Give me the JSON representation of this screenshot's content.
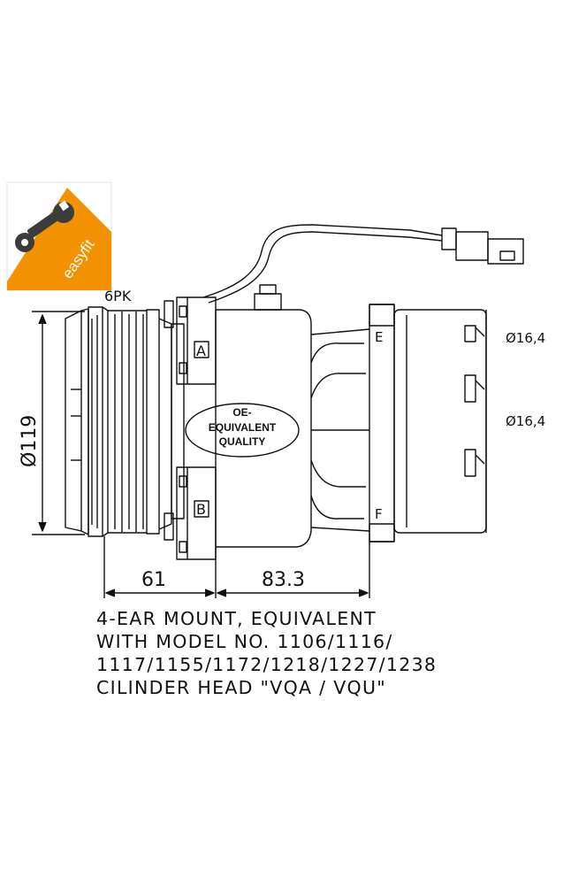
{
  "badge": {
    "text": "easyfit",
    "color": "#f39200"
  },
  "labels": {
    "belt": "6PK",
    "diameter": "Ø119",
    "port_upper": "Ø16,4",
    "port_lower": "Ø16,4",
    "width_front": "61",
    "width_body": "83.3",
    "tag_a": "A",
    "tag_b": "B",
    "tag_e": "E",
    "tag_f": "F"
  },
  "oe_label": {
    "line1": "OE-",
    "line2": "EQUIVALENT",
    "line3": "QUALITY"
  },
  "note": {
    "line1": "4-EAR MOUNT, EQUIVALENT",
    "line2": "WITH MODEL NO. 1106/1116/",
    "line3": "1117/1155/1172/1218/1227/1238",
    "line4": "CILINDER HEAD \"VQA / VQU\""
  }
}
